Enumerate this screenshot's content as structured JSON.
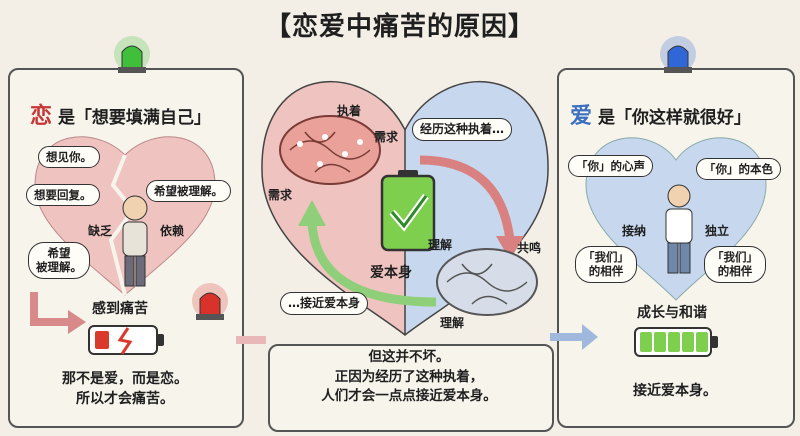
{
  "title": "【恋爱中痛苦的原因】",
  "left": {
    "heading_char": "恋",
    "heading_rest": "是「想要填满自己」",
    "bubbles": [
      "想见你。",
      "想要回复。",
      "希望被理解。",
      "希望\n被理解。"
    ],
    "labels": [
      "缺乏",
      "依赖"
    ],
    "pain_label": "感到痛苦",
    "bottom_line1": "那不是爱，而是恋。",
    "bottom_line2": "所以才会痛苦。"
  },
  "center": {
    "brain_labels": [
      "执着",
      "需求",
      "需求"
    ],
    "bubble_top": "经历这种执着…",
    "battery_label": "爱本身",
    "right_labels": [
      "理解",
      "共鸣",
      "理解"
    ],
    "bubble_bottom": "…接近爱本身",
    "bottom_line1": "但这并不坏。",
    "bottom_line2": "正因为经历了这种执着，",
    "bottom_line3": "人们才会一点点接近爱本身。"
  },
  "right": {
    "heading_char": "爱",
    "heading_rest": "是「你这样就很好」",
    "bubbles": [
      "「你」的心声",
      "「你」的本色",
      "「我们」\n的相伴",
      "「我们」\n的相伴"
    ],
    "labels": [
      "接纳",
      "独立"
    ],
    "growth_label": "成长与和谐",
    "bottom_line1": "接近爱本身。"
  },
  "colors": {
    "red_heart": "#efc3c0",
    "blue_heart": "#c6d7ee",
    "battery_green": "#7fcf4e",
    "battery_red": "#d93a2b",
    "siren_green": "#3fbf3a",
    "siren_red": "#d8322a",
    "siren_blue": "#2f67d6"
  }
}
